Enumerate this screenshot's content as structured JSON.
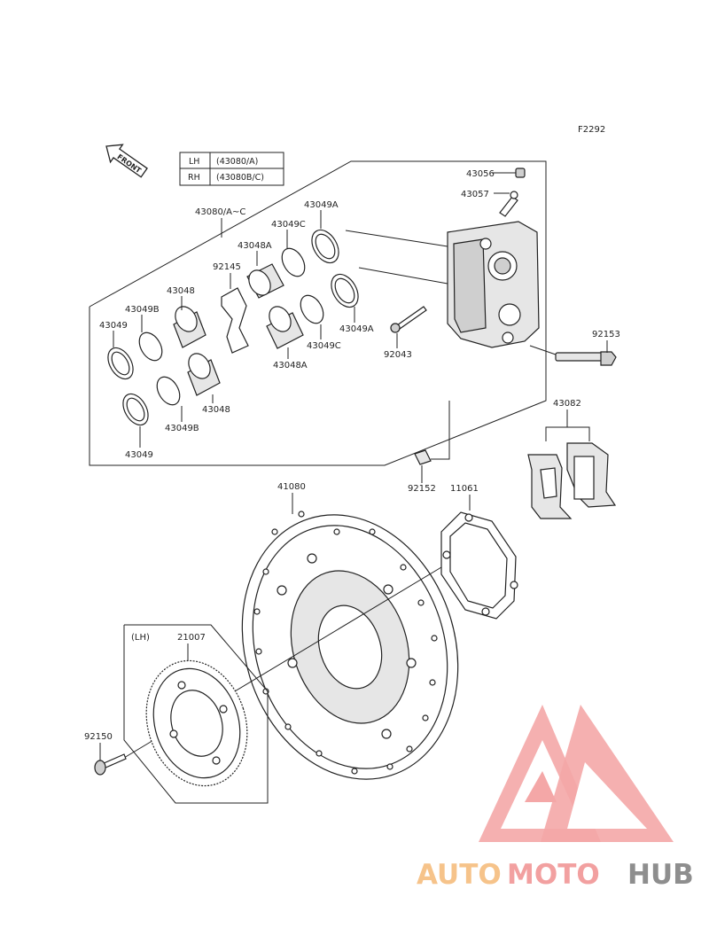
{
  "figure_code": "F2292",
  "front_label": "FRONT",
  "legend": [
    {
      "side": "LH",
      "code": "(43080/A)"
    },
    {
      "side": "RH",
      "code": "(43080B/C)"
    }
  ],
  "callouts": {
    "p43056": "43056",
    "p43057": "43057",
    "p43080": "43080/A~C",
    "p43049A_top": "43049A",
    "p43049C_top": "43049C",
    "p43048A_top": "43048A",
    "p92145": "92145",
    "p43048_top": "43048",
    "p43049B_top": "43049B",
    "p43049_top": "43049",
    "p43049A_mid": "43049A",
    "p43049C_mid": "43049C",
    "p43048A_mid": "43048A",
    "p92043": "92043",
    "p92153": "92153",
    "p43048_low": "43048",
    "p43049B_low": "43049B",
    "p43049_low": "43049",
    "p43082": "43082",
    "p92152": "92152",
    "p11061": "11061",
    "p41080": "41080",
    "lh": "(LH)",
    "p21007": "21007",
    "p92150": "92150"
  },
  "watermark": {
    "part1": "AUTO",
    "part2": "MOTO",
    "part3": "HUB"
  }
}
